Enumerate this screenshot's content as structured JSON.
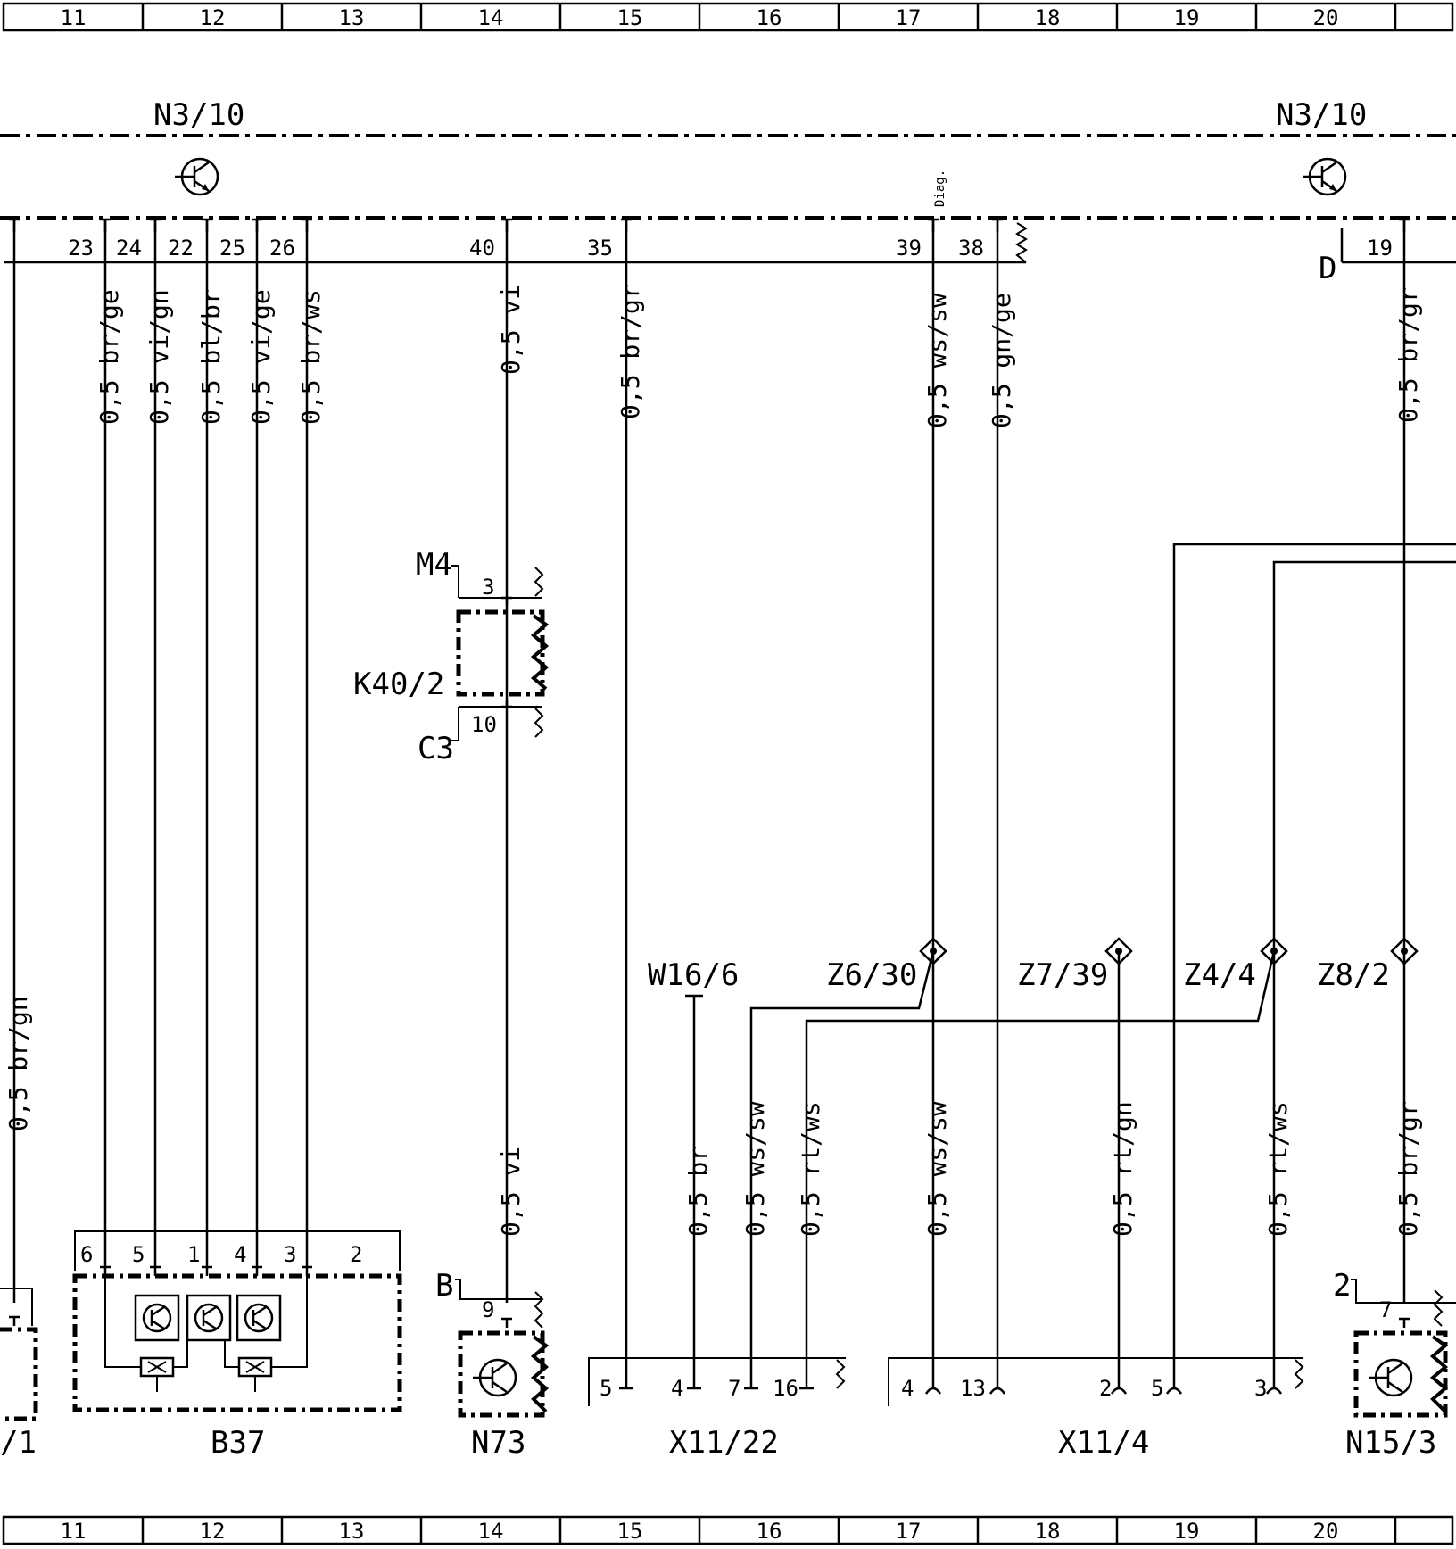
{
  "grid": {
    "columns": [
      "11",
      "12",
      "13",
      "14",
      "15",
      "16",
      "17",
      "18",
      "19",
      "20",
      ""
    ]
  },
  "components": {
    "n3_10_left": "N3/10",
    "n3_10_right": "N3/10",
    "m4": "M4",
    "k40_2": "K40/2",
    "c3": "C3",
    "b37": "B37",
    "n73": "N73",
    "n73_pin_b": "B",
    "x11_22": "X11/22",
    "x11_4": "X11/4",
    "n15_3": "N15/3",
    "n15_pin_2": "2",
    "left_partial": "/1",
    "w16_6": "W16/6",
    "z6_30": "Z6/30",
    "z7_39": "Z7/39",
    "z4_4": "Z4/4",
    "z8_2": "Z8/2",
    "diag": "Diag.",
    "d_label": "D"
  },
  "n3_pins": [
    "23",
    "24",
    "22",
    "25",
    "26",
    "40",
    "35",
    "39",
    "38",
    "19"
  ],
  "wires_top": [
    {
      "id": "w1",
      "label": "0,5 br/ge"
    },
    {
      "id": "w2",
      "label": "0,5 vi/gn"
    },
    {
      "id": "w3",
      "label": "0,5 bl/br"
    },
    {
      "id": "w4",
      "label": "0,5 vi/ge"
    },
    {
      "id": "w5",
      "label": "0,5 br/ws"
    },
    {
      "id": "w6",
      "label": "0,5 vi"
    },
    {
      "id": "w7",
      "label": "0,5 br/gr"
    },
    {
      "id": "w8",
      "label": "0,5 ws/sw"
    },
    {
      "id": "w9",
      "label": "0,5 gn/ge"
    },
    {
      "id": "w10",
      "label": "0,5 br/gr"
    }
  ],
  "wires_bottom": [
    {
      "id": "b0",
      "label": "0,5 br/gn"
    },
    {
      "id": "b1",
      "label": "0,5 vi"
    },
    {
      "id": "b2",
      "label": "0,5 br"
    },
    {
      "id": "b3",
      "label": "0,5 ws/sw"
    },
    {
      "id": "b4",
      "label": "0,5 rt/ws"
    },
    {
      "id": "b5",
      "label": "0,5 ws/sw"
    },
    {
      "id": "b6",
      "label": "0,5 rt/gn"
    },
    {
      "id": "b7",
      "label": "0,5 rt/ws"
    },
    {
      "id": "b8",
      "label": "0,5 br/gr"
    }
  ],
  "relay_pins": [
    "3",
    "10"
  ],
  "b37_pins": [
    "6",
    "5",
    "1",
    "4",
    "3",
    "2"
  ],
  "n73_pins": [
    "9"
  ],
  "x11_22_pins": [
    "5",
    "4",
    "7",
    "16"
  ],
  "x11_4_pins": [
    "4",
    "13",
    "2",
    "5",
    "3"
  ],
  "n15_pins": [
    "7"
  ]
}
